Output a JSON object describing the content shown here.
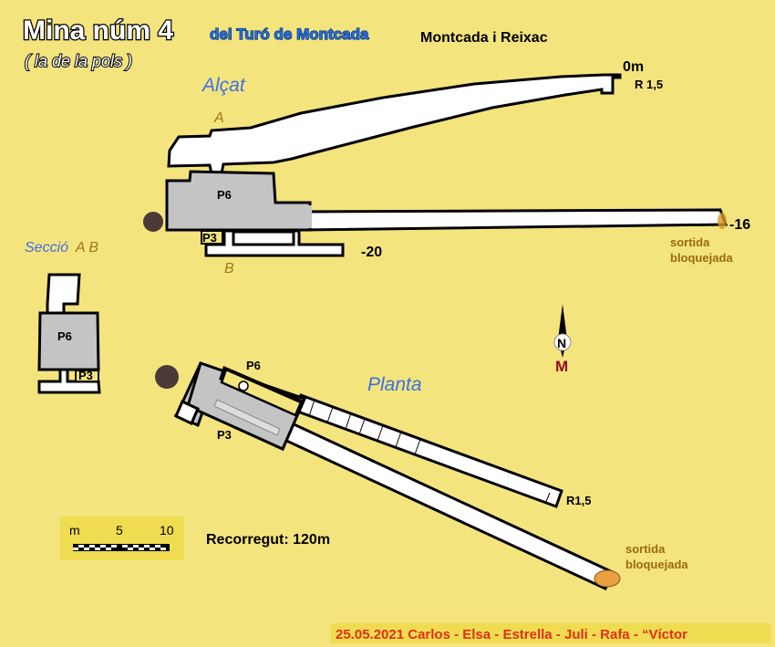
{
  "header": {
    "title": "Mina núm 4",
    "subtitle": "del Turó de Montcada",
    "town": "Montcada i Reixac",
    "alias": "( la de la pols )"
  },
  "elevation": {
    "label": "Alçat",
    "point_a": "A",
    "point_b": "B",
    "p6": "P6",
    "p3": "P3",
    "depth_0": "0m",
    "step": "R 1,5",
    "depth_16": "-16",
    "depth_20": "-20",
    "exit_line1": "sortida",
    "exit_line2": "bloquejada"
  },
  "section": {
    "label_prefix": "Secció",
    "label_suffix": "A B",
    "p6": "P6",
    "p3": "P3"
  },
  "plan": {
    "label": "Planta",
    "p6": "P6",
    "p3": "P3",
    "step": "R1,5",
    "exit_line1": "sortida",
    "exit_line2": "bloquejada"
  },
  "compass": {
    "north": "N",
    "magnetic": "M"
  },
  "scale": {
    "unit": "m",
    "mid": "5",
    "max": "10"
  },
  "length": "Recorregut: 120m",
  "credits": "25.05.2021 Carlos - Elsa - Estrella - Juli - Rafa - “Víctor",
  "colors": {
    "background": "#f4e47e",
    "accent_blue": "#3d6fe6",
    "credits_red": "#e0301a",
    "brown": "#9a6a12"
  }
}
